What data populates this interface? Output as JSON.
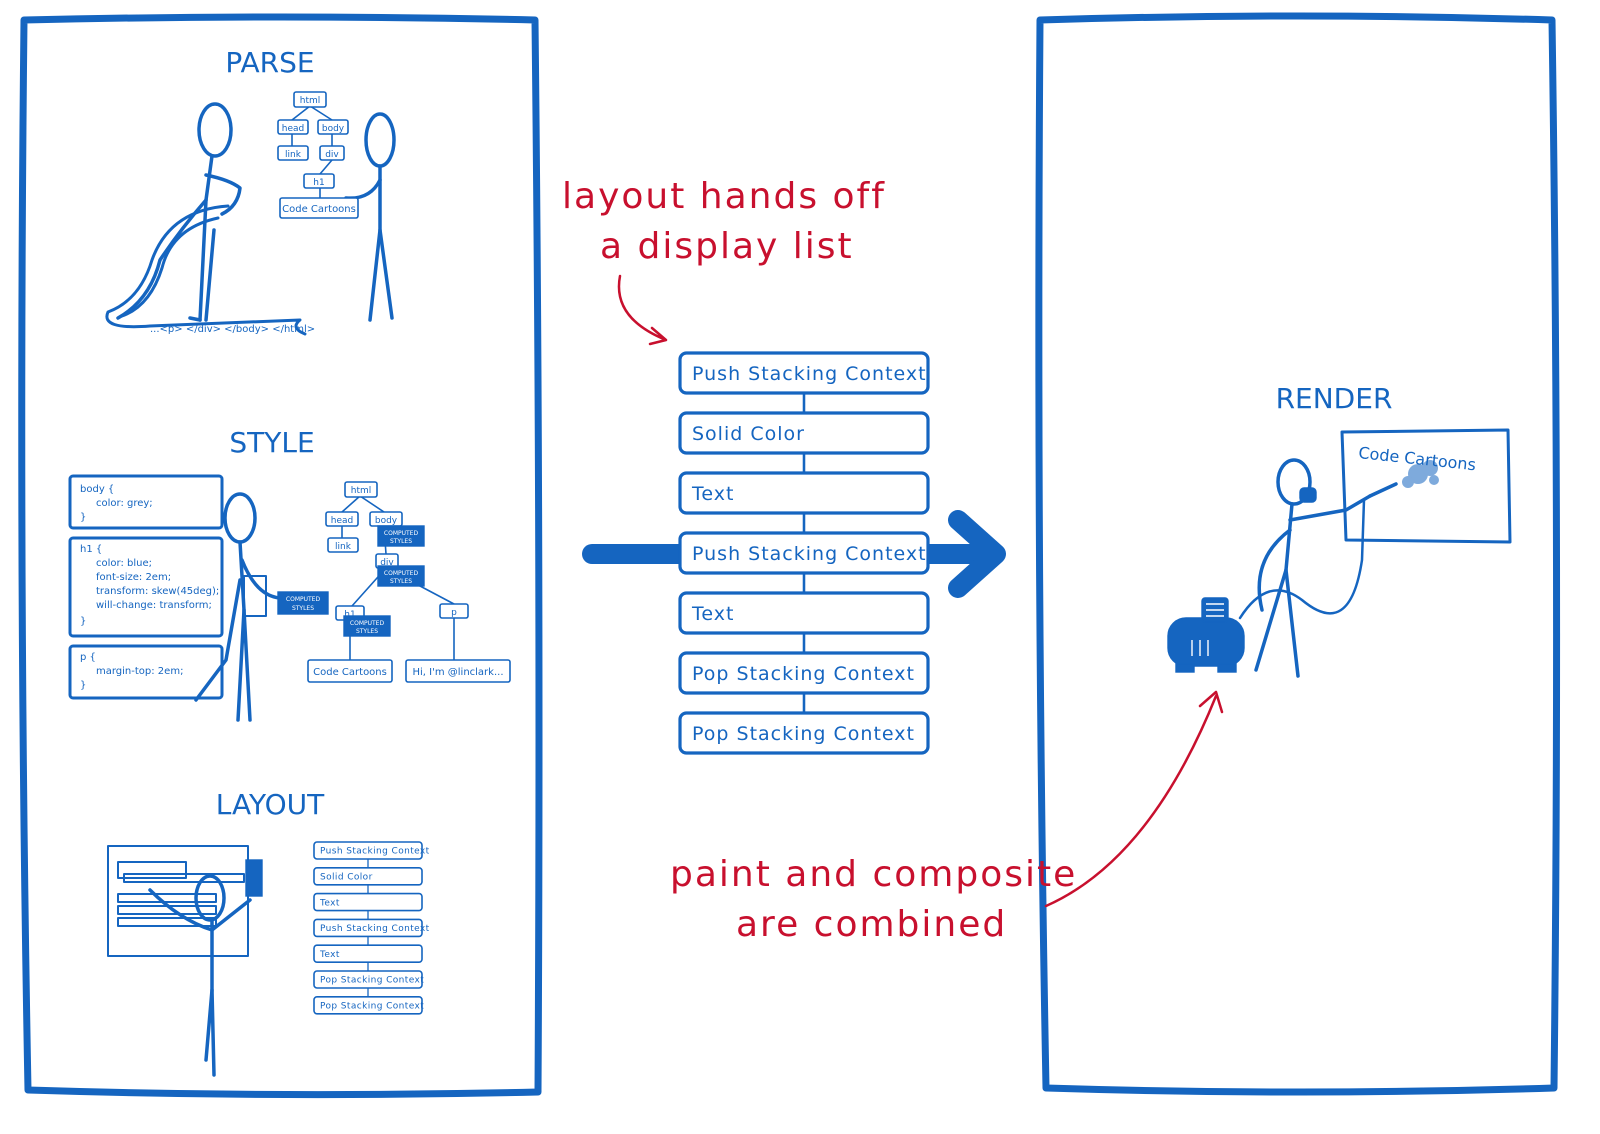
{
  "colors": {
    "ink": "#1565c0",
    "annotation": "#c8102e",
    "background": "#ffffff"
  },
  "panels": {
    "left": {
      "parse": {
        "title": "PARSE",
        "tree": {
          "html": "html",
          "head": "head",
          "body": "body",
          "link": "link",
          "div": "div",
          "h1": "h1",
          "text": "Code Cartoons"
        },
        "ribbon_text": "...<p> </div> </body> </html>"
      },
      "style": {
        "title": "STYLE",
        "css_blocks": [
          {
            "lines": [
              "body {",
              "color: grey;",
              "}"
            ]
          },
          {
            "lines": [
              "h1 {",
              "color: blue;",
              "font-size: 2em;",
              "transform: skew(45deg);",
              "will-change: transform;",
              "}"
            ]
          },
          {
            "lines": [
              "p {",
              "margin-top: 2em;",
              "}"
            ]
          }
        ],
        "tree": {
          "html": "html",
          "head": "head",
          "body": "body",
          "link": "link",
          "div": "div",
          "h1": "h1",
          "p": "p",
          "text_h1": "Code Cartoons",
          "text_p": "Hi, I'm @linclark..."
        },
        "computed_label_1": "COMPUTED",
        "computed_label_2": "STYLES"
      },
      "layout": {
        "title": "LAYOUT",
        "display_list": [
          "Push Stacking Context",
          "Solid Color",
          "Text",
          "Push Stacking Context",
          "Text",
          "Pop Stacking Context",
          "Pop Stacking Context"
        ]
      }
    },
    "middle": {
      "annotation_line1": "layout hands off",
      "annotation_line2": "a display list",
      "display_list": [
        "Push Stacking Context",
        "Solid Color",
        "Text",
        "Push Stacking Context",
        "Text",
        "Pop Stacking Context",
        "Pop Stacking Context"
      ],
      "bottom_annotation_line1": "paint and composite",
      "bottom_annotation_line2": "are combined"
    },
    "right": {
      "title": "RENDER",
      "canvas_text": "Code Cartoons"
    }
  }
}
